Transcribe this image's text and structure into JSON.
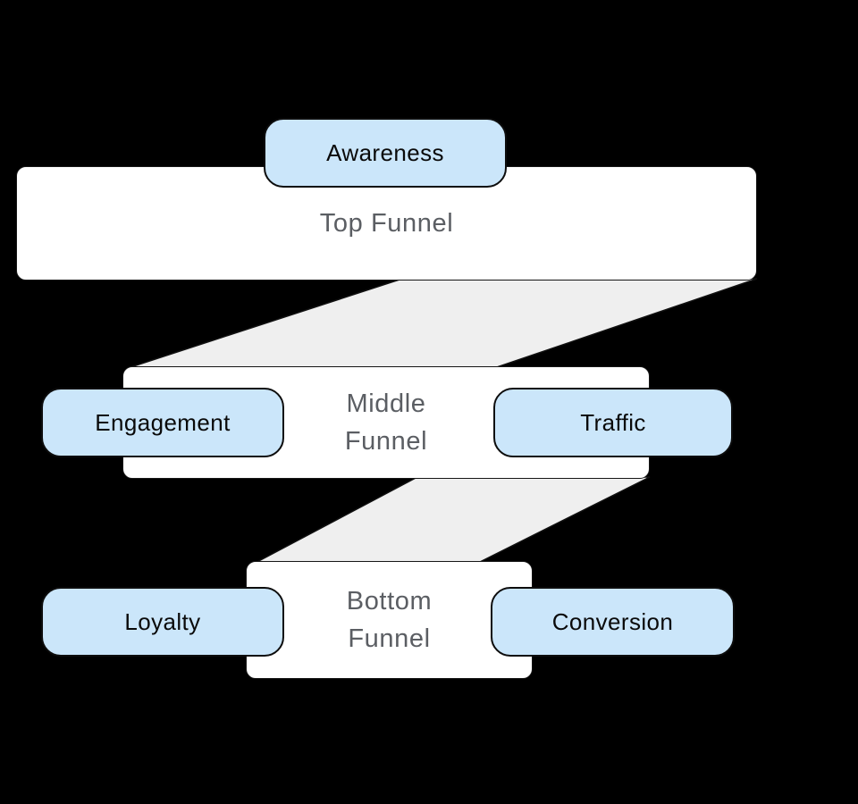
{
  "theme": {
    "background": "#000000",
    "box_fill": "#ffffff",
    "box_edge": "#161616",
    "box_label_color": "#5b5e63",
    "pill_fill": "#cbe6fa",
    "pill_border": "#0d0d0d",
    "pill_text_color": "#0a0a0a",
    "connector_fill": "#efefef",
    "connector_edge": "#111111"
  },
  "funnel": {
    "levels": [
      {
        "name": "Top Funnel",
        "pills": [
          {
            "label": "Awareness",
            "position": "top-center"
          }
        ]
      },
      {
        "name": "Middle Funnel",
        "pills": [
          {
            "label": "Engagement",
            "position": "left"
          },
          {
            "label": "Traffic",
            "position": "right"
          }
        ]
      },
      {
        "name": "Bottom Funnel",
        "pills": [
          {
            "label": "Loyalty",
            "position": "left"
          },
          {
            "label": "Conversion",
            "position": "right"
          }
        ]
      }
    ]
  }
}
